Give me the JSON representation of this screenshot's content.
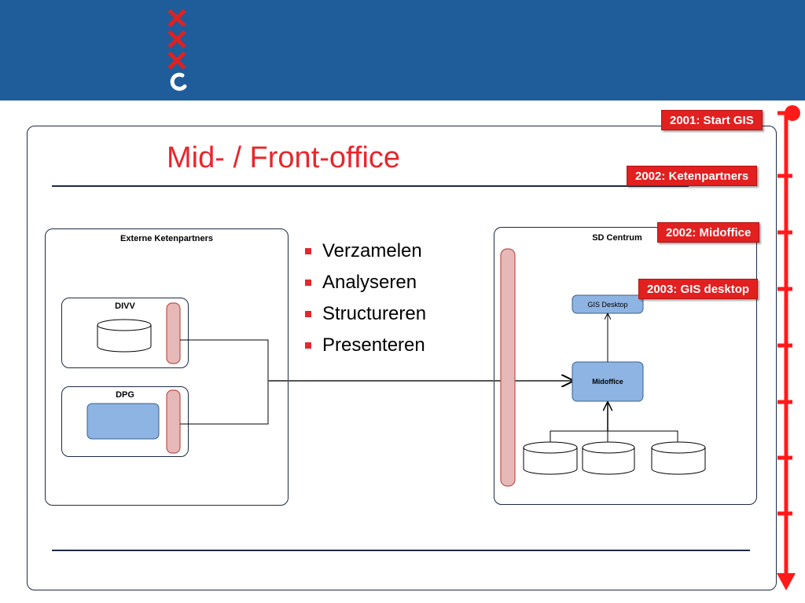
{
  "header": {
    "logo": "amsterdam-xxx-logo"
  },
  "slide": {
    "title": "Mid- / Front-office",
    "bullets": [
      "Verzamelen",
      "Analyseren",
      "Structureren",
      "Presenteren"
    ]
  },
  "diagram": {
    "left_group": {
      "label": "Externe Ketenpartners",
      "divv_label": "DIVV",
      "dpg_label": "DPG"
    },
    "right_group": {
      "label": "SD Centrum",
      "gis_desktop_label": "GIS Desktop",
      "midoffice_label": "Midoffice"
    }
  },
  "timeline": {
    "milestones": [
      {
        "label": "2001: Start GIS"
      },
      {
        "label": "2002: Ketenpartners"
      },
      {
        "label": "2002: Midoffice"
      },
      {
        "label": "2003: GIS desktop"
      }
    ]
  },
  "colors": {
    "header": "#1f5c9a",
    "accent_red": "#e1201f",
    "title_red": "#e8262b",
    "node_blue": "#8eb4e3",
    "bus_pink": "#e6b9b8"
  }
}
